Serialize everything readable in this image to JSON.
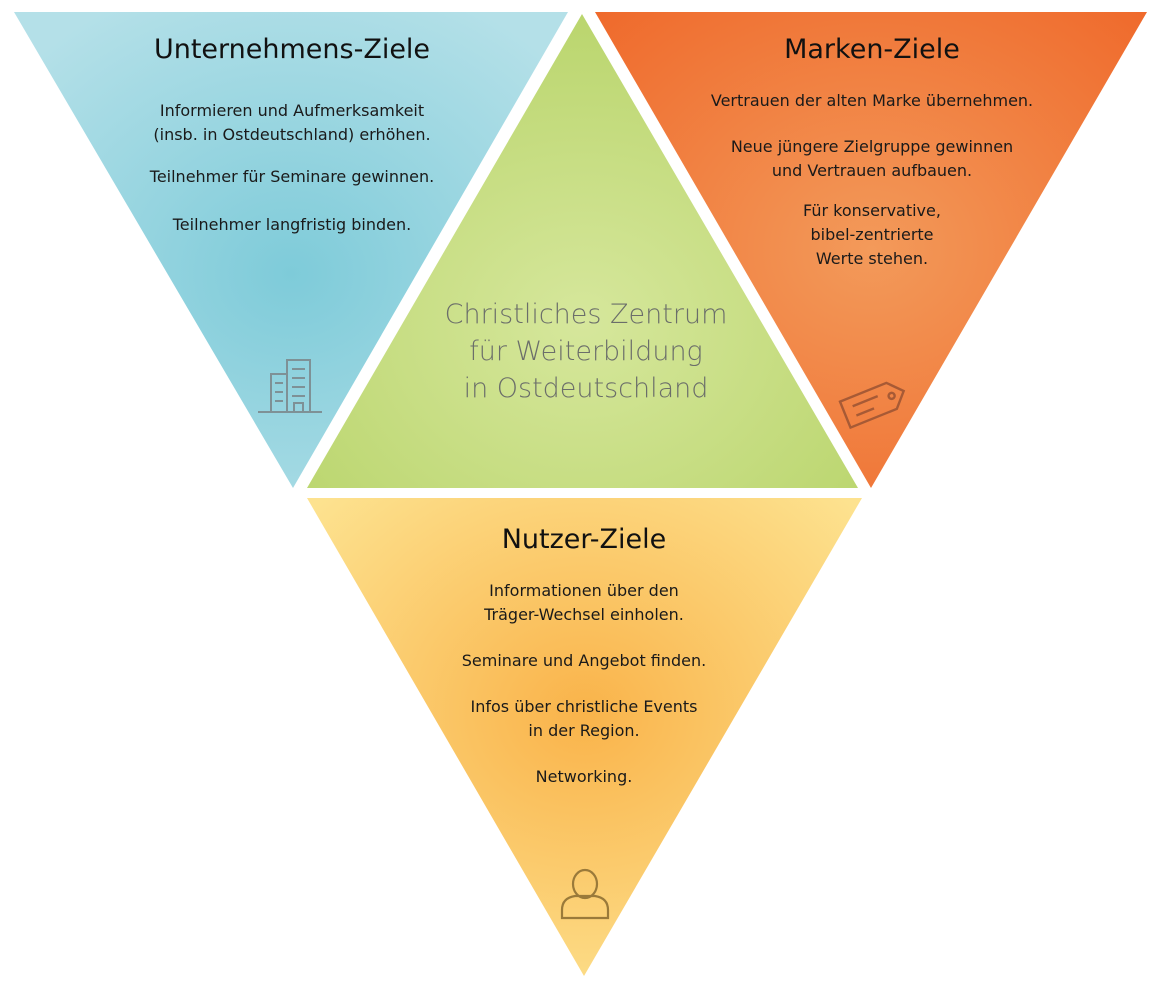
{
  "center": {
    "title": "Christliches Zentrum\nfür Weiterbildung\nin Ostdeutschland"
  },
  "panels": {
    "company": {
      "title": "Unternehmens-Ziele",
      "icon": "building-icon",
      "color": "#8fd0dc",
      "items": [
        "Informieren und Aufmerksamkeit\n(insb. in Ostdeutschland) erhöhen.",
        "Teilnehmer für Seminare gewinnen.",
        "Teilnehmer langfristig binden."
      ]
    },
    "brand": {
      "title": "Marken-Ziele",
      "icon": "tag-icon",
      "color": "#f07f3a",
      "items": [
        "Vertrauen der alten Marke übernehmen.",
        "Neue jüngere Zielgruppe gewinnen\nund Vertrauen aufbauen.",
        "Für konservative,\nbibel-zentrierte\nWerte stehen."
      ]
    },
    "user": {
      "title": "Nutzer-Ziele",
      "icon": "user-icon",
      "color": "#fbc864",
      "items": [
        "Informationen über den\nTräger-Wechsel einholen.",
        "Seminare und Angebot finden.",
        "Infos über christliche Events\nin der Region.",
        "Networking."
      ]
    },
    "core": {
      "color": "#c5de8a"
    }
  }
}
